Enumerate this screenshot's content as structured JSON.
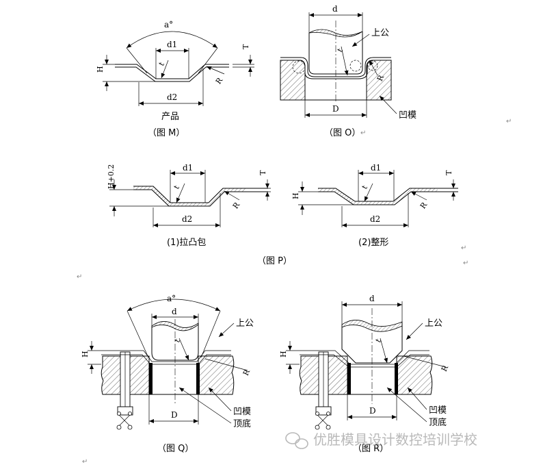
{
  "figures": {
    "M": {
      "caption": "（图 M）",
      "product_label": "产品",
      "dims": {
        "angle": "a°",
        "d1": "d1",
        "d2": "d2",
        "H": "H",
        "T": "T",
        "t": "t",
        "R": "R"
      }
    },
    "O": {
      "caption": "（图 O）",
      "punch_label": "上公",
      "die_label": "凹模",
      "dims": {
        "d": "d",
        "D": "D",
        "t": "t",
        "R": "R"
      }
    },
    "P1": {
      "caption": "(1)拉凸包",
      "dims": {
        "H": "H+0.2",
        "d1": "d1",
        "d2": "d2",
        "T": "T",
        "t": "t",
        "R": "R"
      }
    },
    "P2": {
      "caption": "(2)整形",
      "dims": {
        "H": "H",
        "d1": "d1",
        "d2": "d2",
        "T": "T",
        "t": "t",
        "R": "R"
      }
    },
    "P": {
      "caption": "（图 P）"
    },
    "Q": {
      "caption": "（图 Q）",
      "punch_label": "上公",
      "die_label": "凹模",
      "ejector_label": "顶底",
      "dims": {
        "angle": "a°",
        "d": "d",
        "D": "D",
        "H": "H",
        "t": "t",
        "R": "R"
      }
    },
    "R": {
      "caption": "（图 R）",
      "punch_label": "上公",
      "die_label": "凹模",
      "ejector_label": "顶底",
      "dims": {
        "d": "d",
        "D": "D",
        "H": "H",
        "t": "t",
        "R": "R"
      }
    }
  },
  "return_mark": "↵",
  "watermark": "优胜模具设计数控培训学校"
}
